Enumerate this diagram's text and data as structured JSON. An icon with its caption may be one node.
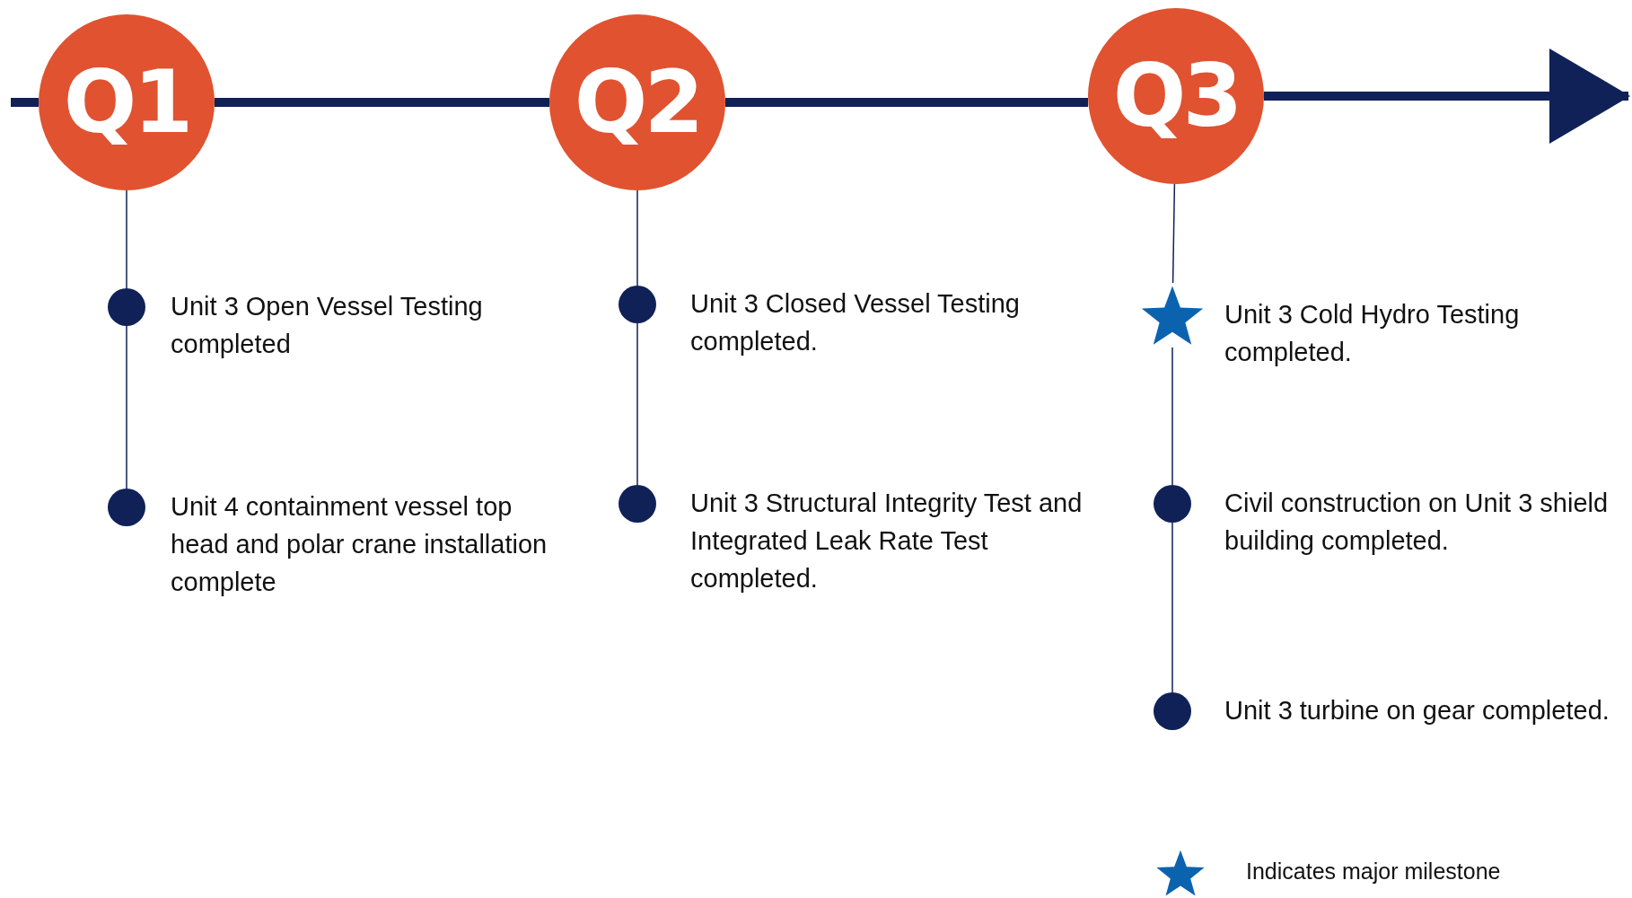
{
  "diagram": {
    "nodes": [
      {
        "text": [
          "Q1"
        ]
      },
      {
        "text": [
          "Q2"
        ]
      },
      {
        "text": [
          "Q3"
        ]
      },
      {
        "text": [],
        "shape": "circle",
        "beside": [
          "Unit 3 Open Vessel Testing completed"
        ]
      },
      {
        "text": [],
        "shape": "circle",
        "beside": [
          "Unit 3 Closed Vessel Testing completed."
        ]
      },
      {
        "text": [],
        "shape": "star",
        "beside": [
          "Unit 3 Cold Hydro Testing completed."
        ]
      },
      {
        "text": [],
        "shape": "circle",
        "beside": [
          "Unit 4 containment vessel top head and polar crane installation complete"
        ]
      },
      {
        "text": [],
        "shape": "circle",
        "beside": [
          "Unit 3 Structural Integrity Test and Integrated Leak Rate Test completed."
        ]
      },
      {
        "text": [],
        "shape": "circle",
        "beside": [
          "Civil construction on Unit 3 shield building completed."
        ]
      },
      {
        "text": [],
        "shape": "circle",
        "beside": [
          "Unit 3 turbine on gear completed."
        ]
      }
    ],
    "edges": [
      {
        "from": null,
        "to": 0,
        "arrow": "none",
        "style": "thick"
      },
      {
        "from": 0,
        "to": 1,
        "arrow": "none",
        "style": "thick"
      },
      {
        "from": 1,
        "to": 2,
        "arrow": "none",
        "style": "thick"
      },
      {
        "from": 2,
        "to": null,
        "arrow": "to",
        "style": "thick"
      },
      {
        "from": 0,
        "to": 3,
        "arrow": "none"
      },
      {
        "from": 3,
        "to": 6,
        "arrow": "none"
      },
      {
        "from": 1,
        "to": 4,
        "arrow": "none"
      },
      {
        "from": 4,
        "to": 7,
        "arrow": "none"
      },
      {
        "from": 2,
        "to": 5,
        "arrow": "none"
      },
      {
        "from": 5,
        "to": 8,
        "arrow": "none"
      },
      {
        "from": 8,
        "to": 9,
        "arrow": "none"
      }
    ],
    "legend": [
      {
        "text": "Indicates major milestone"
      }
    ]
  }
}
